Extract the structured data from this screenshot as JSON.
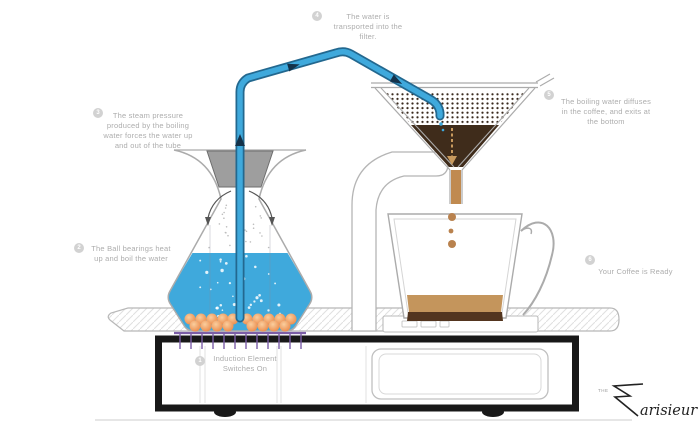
{
  "steps": [
    {
      "number": "1",
      "text": "Induction Element\nSwitches On"
    },
    {
      "number": "2",
      "text": "The Ball bearings heat\nup and boil the water"
    },
    {
      "number": "3",
      "text": "The steam pressure\nproduced by the boiling\nwater forces the water up\nand out of the tube"
    },
    {
      "number": "4",
      "text": "The water is\ntransported into the\nfilter."
    },
    {
      "number": "5",
      "text": "The boiling water diffuses\nin the coffee, and exits at\nthe bottom"
    },
    {
      "number": "6",
      "text": "Your Coffee is Ready"
    }
  ],
  "logo": {
    "the": "THE",
    "name": "arisieur"
  },
  "colors": {
    "water": "#3FA9DC",
    "tube": "#3FA9DC",
    "tube-outline": "#23688F",
    "coffee-dark": "#3F2C1B",
    "coffee-tan": "#C4955C",
    "coffee-band": "#53351F",
    "drip": "#B9824E",
    "bearing": "#EF8C4A",
    "coil": "#7B5EA7",
    "outline": "#ABABAB",
    "box": "#181818",
    "annotation": "#ADADAD",
    "badge": "#D2D2D2"
  }
}
